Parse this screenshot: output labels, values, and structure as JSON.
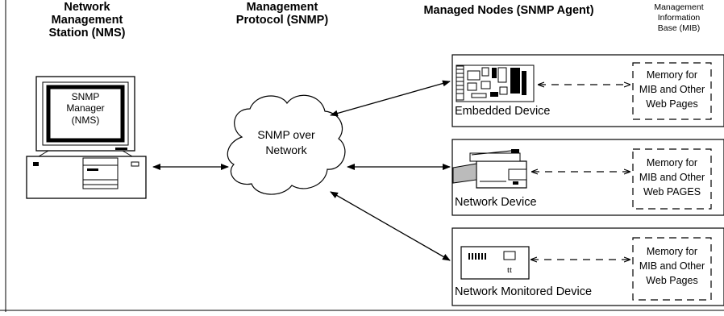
{
  "headers": {
    "nms": [
      "Network",
      "Management",
      "Station (NMS)"
    ],
    "protocol": [
      "Management",
      "Protocol (SNMP)"
    ],
    "nodes": "Managed Nodes (SNMP Agent)",
    "mib": [
      "Management",
      "Information",
      "Base (MIB)"
    ]
  },
  "manager_screen": [
    "SNMP",
    "Manager",
    "(NMS)"
  ],
  "cloud_label": [
    "SNMP over",
    "Network"
  ],
  "devices": [
    {
      "name": "Embedded Device",
      "memory": [
        "Memory for",
        "MIB and Other",
        "Web Pages"
      ]
    },
    {
      "name": "Network Device",
      "memory": [
        "Memory for",
        "MIB and Other",
        "Web PAGES"
      ]
    },
    {
      "name": "Network Monitored Device",
      "memory": [
        "Memory for",
        "MIB and Other",
        "Web Pages"
      ]
    }
  ]
}
